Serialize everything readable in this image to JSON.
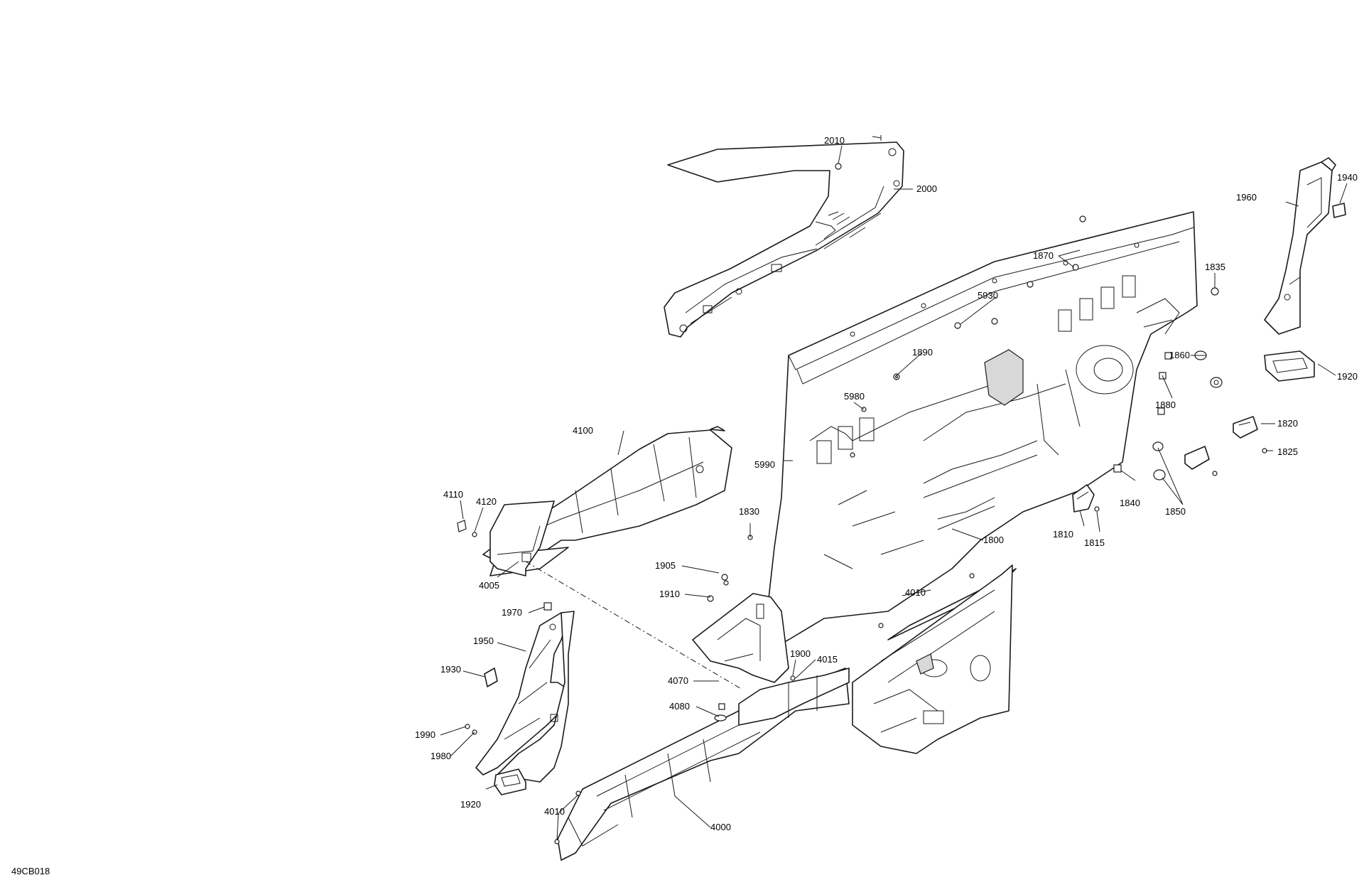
{
  "diagram": {
    "reference_code": "49CB018",
    "callouts": {
      "c2010": "2010",
      "c2000": "2000",
      "c1940": "1940",
      "c1960": "1960",
      "c1870": "1870",
      "c1835": "1835",
      "c5930": "5930",
      "c1890": "1890",
      "c1860": "1860",
      "c1920a": "1920",
      "c1880": "1880",
      "c1820": "1820",
      "c1825": "1825",
      "c5980": "5980",
      "c4100": "4100",
      "c5990": "5990",
      "c1840": "1840",
      "c1850": "1850",
      "c4110": "4110",
      "c4120": "4120",
      "c1830": "1830",
      "c1810": "1810",
      "c1815": "1815",
      "c1800": "1800",
      "c4005": "4005",
      "c1905": "1905",
      "c4010a": "4010",
      "c1910": "1910",
      "c1970": "1970",
      "c1950": "1950",
      "c1900": "1900",
      "c4015": "4015",
      "c1930": "1930",
      "c4070": "4070",
      "c4080": "4080",
      "c1990": "1990",
      "c1980": "1980",
      "c1920b": "1920",
      "c4010b": "4010",
      "c4000": "4000"
    }
  }
}
